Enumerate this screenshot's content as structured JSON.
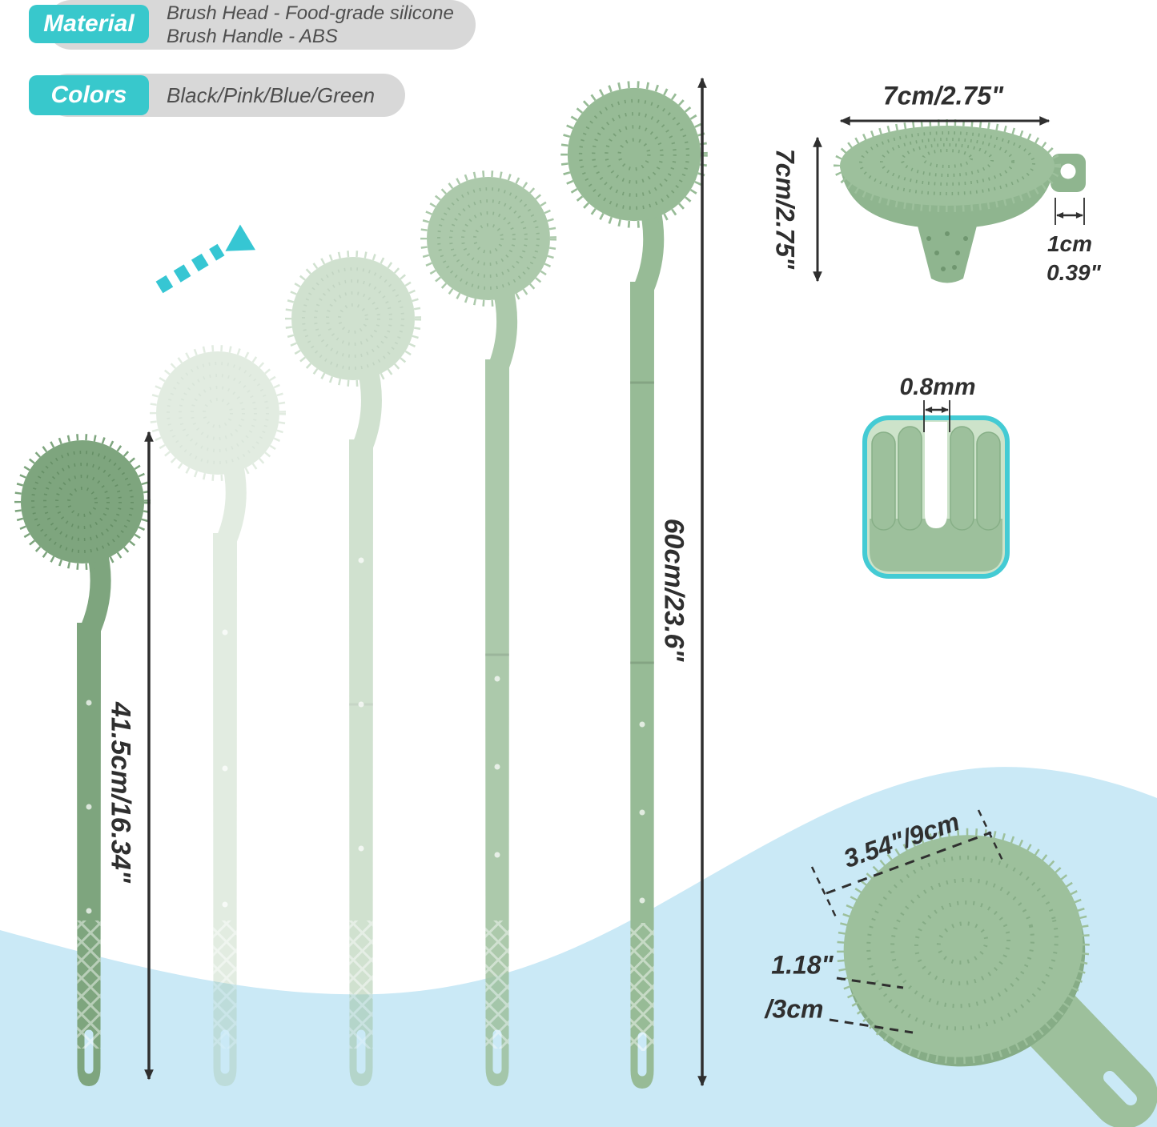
{
  "product_specs": {
    "material": {
      "badge": "Material",
      "line1": "Brush Head - Food-grade silicone",
      "line2": "Brush Handle - ABS"
    },
    "colors": {
      "badge": "Colors",
      "value": "Black/Pink/Blue/Green"
    }
  },
  "measurements": {
    "collapsed_length": "41.5cm/16.34\"",
    "extended_length": "60cm/23.6\"",
    "head_width": "7cm/2.75\"",
    "head_height": "7cm/2.75\"",
    "hanger_hole_cm": "1cm",
    "hanger_hole_in": "0.39\"",
    "bristle_gap": "0.8mm",
    "pad_diameter": "3.54\"/9cm",
    "pad_thickness_in": "1.18\"",
    "pad_thickness_cm": "/3cm"
  },
  "palette": {
    "badge_teal": "#38C8CC",
    "pill_gray": "#D8D8D8",
    "brush_green": "#9DC09C",
    "brush_green_dark": "#7EA57E",
    "bristle_detail_green": "#7FA67F",
    "wave_blue": "#CAE9F6",
    "zoom_border_teal": "#44CBD4",
    "extend_arrow_teal": "#36C6D3",
    "dimension_color": "#2F2F2F"
  }
}
